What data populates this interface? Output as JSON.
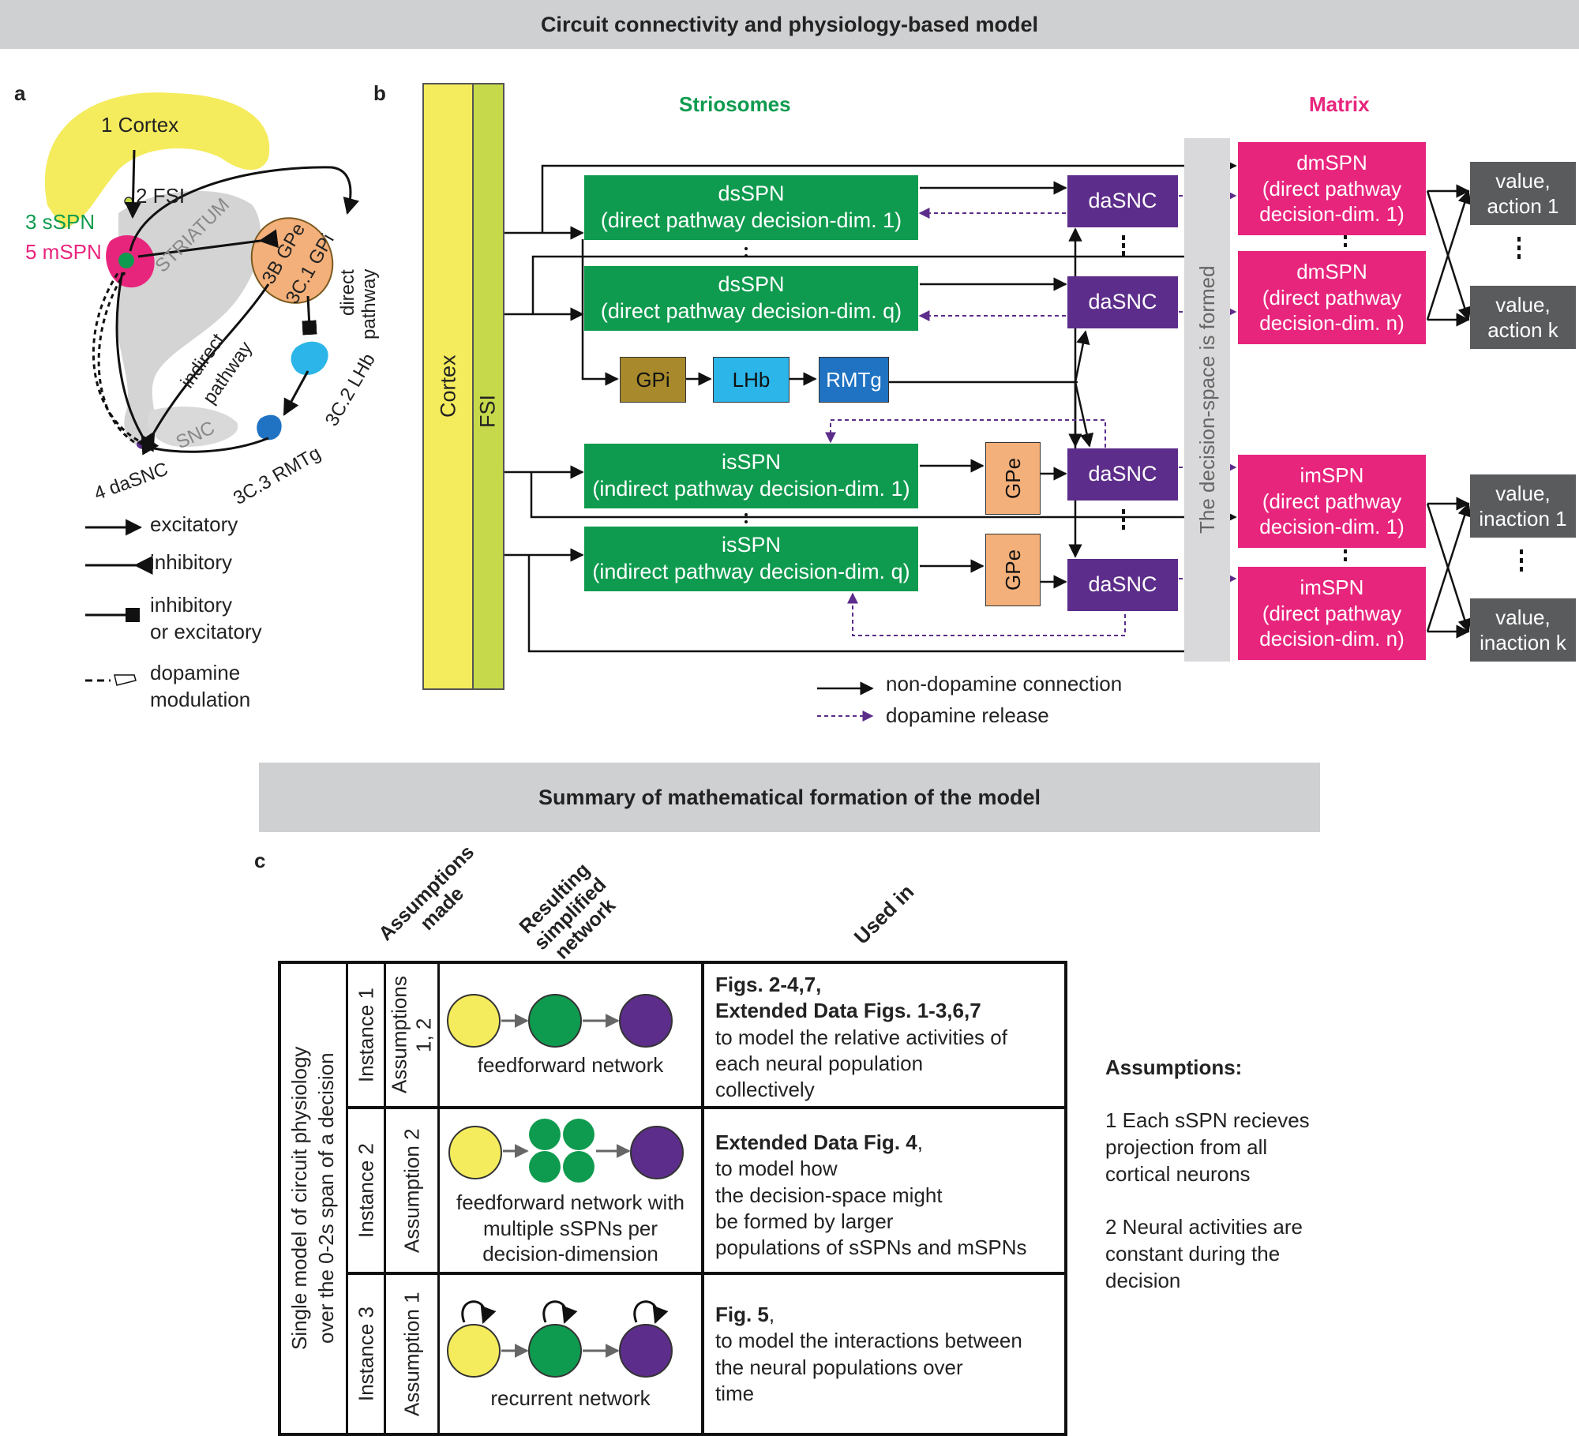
{
  "banner_top": "Circuit connectivity and physiology-based model",
  "banner_mid": "Summary of mathematical formation of the model",
  "panel_a": {
    "letter": "a",
    "cortex": "1 Cortex",
    "fsi": "2 FSI",
    "sspn": "3 sSPN",
    "mspn": "5 mSPN",
    "striatum": "STRIATUM",
    "gpe_gpi_1": "3B GPe",
    "gpe_gpi_2": "3C.1 GPi",
    "direct_1": "direct",
    "direct_2": "pathway",
    "indirect_1": "indirect",
    "indirect_2": "pathway",
    "lhb": "3C.2 LHb",
    "rmtg": "3C.3 RMTg",
    "snc": "SNC",
    "dasnc": "4 daSNC",
    "legend": {
      "excitatory": "excitatory",
      "inhibitory": "inhibitory",
      "inh_exc": "inhibitory\nor excitatory",
      "dopamine": "dopamine\nmodulation"
    }
  },
  "panel_b": {
    "letter": "b",
    "striosomes": "Striosomes",
    "matrix": "Matrix",
    "cortex": "Cortex",
    "fsi": "FSI",
    "ds1": "dsSPN\n(direct pathway decision-dim. 1)",
    "dsq": "dsSPN\n(direct pathway decision-dim. q)",
    "is1": "isSPN\n(indirect pathway decision-dim. 1)",
    "isq": "isSPN\n(indirect pathway decision-dim. q)",
    "gpi": "GPi",
    "lhb": "LHb",
    "rmtg": "RMTg",
    "gpe": "GPe",
    "dasnc": "daSNC",
    "decision_space": "The decision-space is formed",
    "dm1": "dmSPN\n(direct pathway\ndecision-dim. 1)",
    "dmn": "dmSPN\n(direct pathway\ndecision-dim. n)",
    "im1": "imSPN\n(direct pathway\ndecision-dim. 1)",
    "imn": "imSPN\n(direct pathway\ndecision-dim. n)",
    "va1": "value,\naction 1",
    "vak": "value,\naction k",
    "vi1": "value,\ninaction 1",
    "vik": "value,\ninaction k",
    "legend_non_da": "non-dopamine connection",
    "legend_da": "dopamine release"
  },
  "panel_c": {
    "letter": "c",
    "headers": {
      "assumptions": "Assumptions\nmade",
      "network": "Resulting\nsimplified\nnetwork",
      "used_in": "Used in"
    },
    "side_label": "Single model of circuit physiology\nover the 0-2s span of a decision",
    "rows": [
      {
        "instance": "Instance 1",
        "assumption": "Assumptions\n1, 2",
        "network": "feedforward network",
        "used_bold": "Figs. 2-4,7,\nExtended Data Figs. 1-3,6,7",
        "used_text": "to model the relative activities of\neach neural population\ncollectively"
      },
      {
        "instance": "Instance 2",
        "assumption": "Assumption 2",
        "network": "feedforward network with\nmultiple sSPNs per\ndecision-dimension",
        "used_bold": "Extended Data Fig. 4",
        "used_text": ",\nto model how\nthe decision-space might\nbe formed by larger\npopulations of sSPNs and mSPNs"
      },
      {
        "instance": "Instance 3",
        "assumption": "Assumption 1",
        "network": "recurrent network",
        "used_bold": "Fig. 5",
        "used_text": ",\nto model the interactions between\nthe neural populations over\ntime"
      }
    ],
    "assumptions_title": "Assumptions:",
    "assumption_1": "1 Each sSPN recieves\nprojection from all\ncortical neurons",
    "assumption_2": "2 Neural activities are\nconstant during the\ndecision"
  },
  "colors": {
    "yellow": "#f4ec5c",
    "lime": "#c6d94a",
    "green": "#0f9b4f",
    "purple": "#5c2d8a",
    "pink": "#e8257d",
    "gray_box": "#5a5b5d",
    "tan": "#a88a2d",
    "light_blue": "#2bb5e8",
    "blue": "#1f73c2",
    "orange": "#f4b07a"
  }
}
